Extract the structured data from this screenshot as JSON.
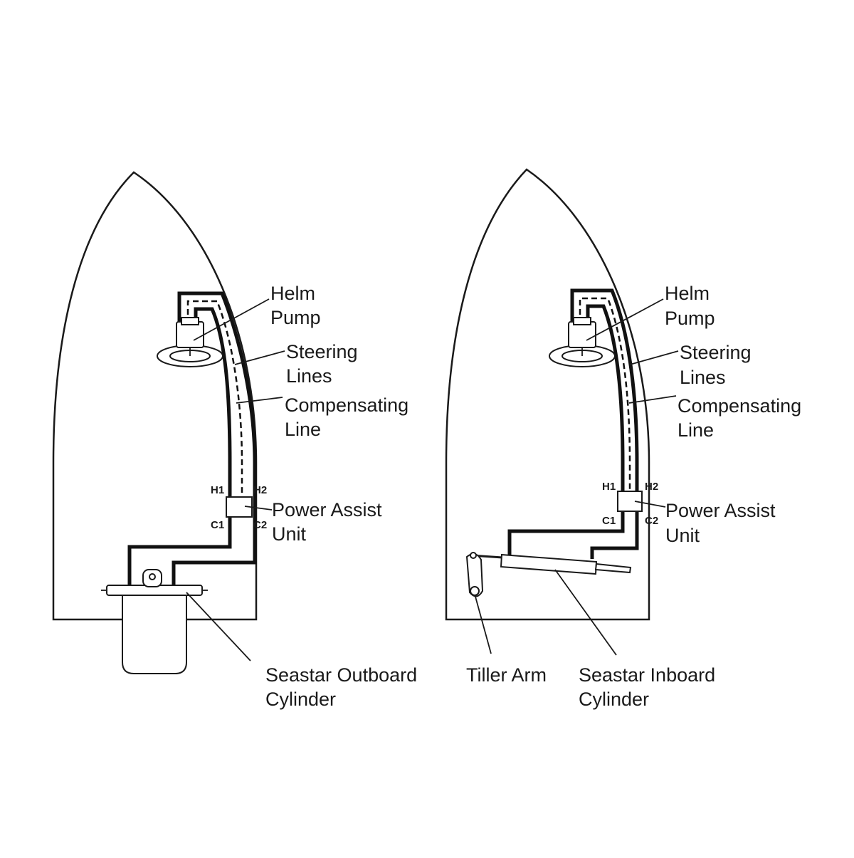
{
  "diagram": {
    "left": {
      "helm_label": [
        "Helm",
        "Pump"
      ],
      "steering_label": [
        "Steering",
        "Lines"
      ],
      "comp_label": [
        "Compensating",
        "Line"
      ],
      "power_label": [
        "Power Assist",
        "Unit"
      ],
      "ports": {
        "h1": "H1",
        "h2": "H2",
        "c1": "C1",
        "c2": "C2"
      },
      "cylinder_label": [
        "Seastar Outboard",
        "Cylinder"
      ]
    },
    "right": {
      "helm_label": [
        "Helm",
        "Pump"
      ],
      "steering_label": [
        "Steering",
        "Lines"
      ],
      "comp_label": [
        "Compensating",
        "Line"
      ],
      "power_label": [
        "Power Assist",
        "Unit"
      ],
      "ports": {
        "h1": "H1",
        "h2": "H2",
        "c1": "C1",
        "c2": "C2"
      },
      "tiller_label": "Tiller Arm",
      "cylinder_label": [
        "Seastar Inboard",
        "Cylinder"
      ]
    }
  }
}
